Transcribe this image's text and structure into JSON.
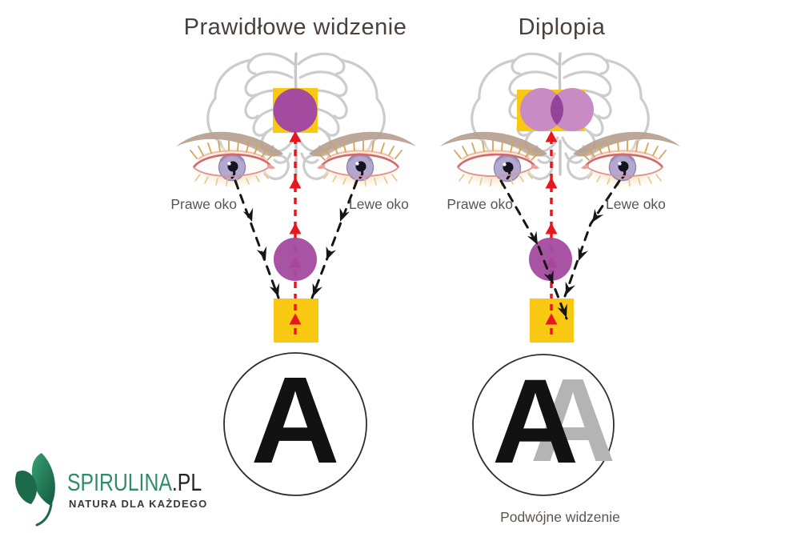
{
  "normal": {
    "title": "Prawidłowe widzenie",
    "label_right_eye": "Prawe oko",
    "label_left_eye": "Lewe oko",
    "letter": "A"
  },
  "diplopia": {
    "title": "Diplopia",
    "label_right_eye": "Prawe oko",
    "label_left_eye": "Lewe oko",
    "letter_primary": "A",
    "letter_ghost": "A",
    "caption": "Podwójne widzenie"
  },
  "logo": {
    "brand": "SPIRULINA",
    "suffix": ".PL",
    "tagline": "NATURA DLA KAŻDEGO"
  },
  "colors": {
    "object_purple": "#a44a9f",
    "double_image_purple": "#c98bc3",
    "overlap_purple": "#93439a",
    "target_yellow": "#f9c813",
    "fusion_ray_red": "#e8161d",
    "eye_ray_black": "#161616",
    "brain_gray": "#cccccc",
    "ghost_letter_gray": "#b4b4b4",
    "letter_black": "#121212",
    "logo_green": "#2e8b6e",
    "logo_dark": "#232323",
    "title_text": "#4a403c",
    "label_text": "#5c544f"
  }
}
